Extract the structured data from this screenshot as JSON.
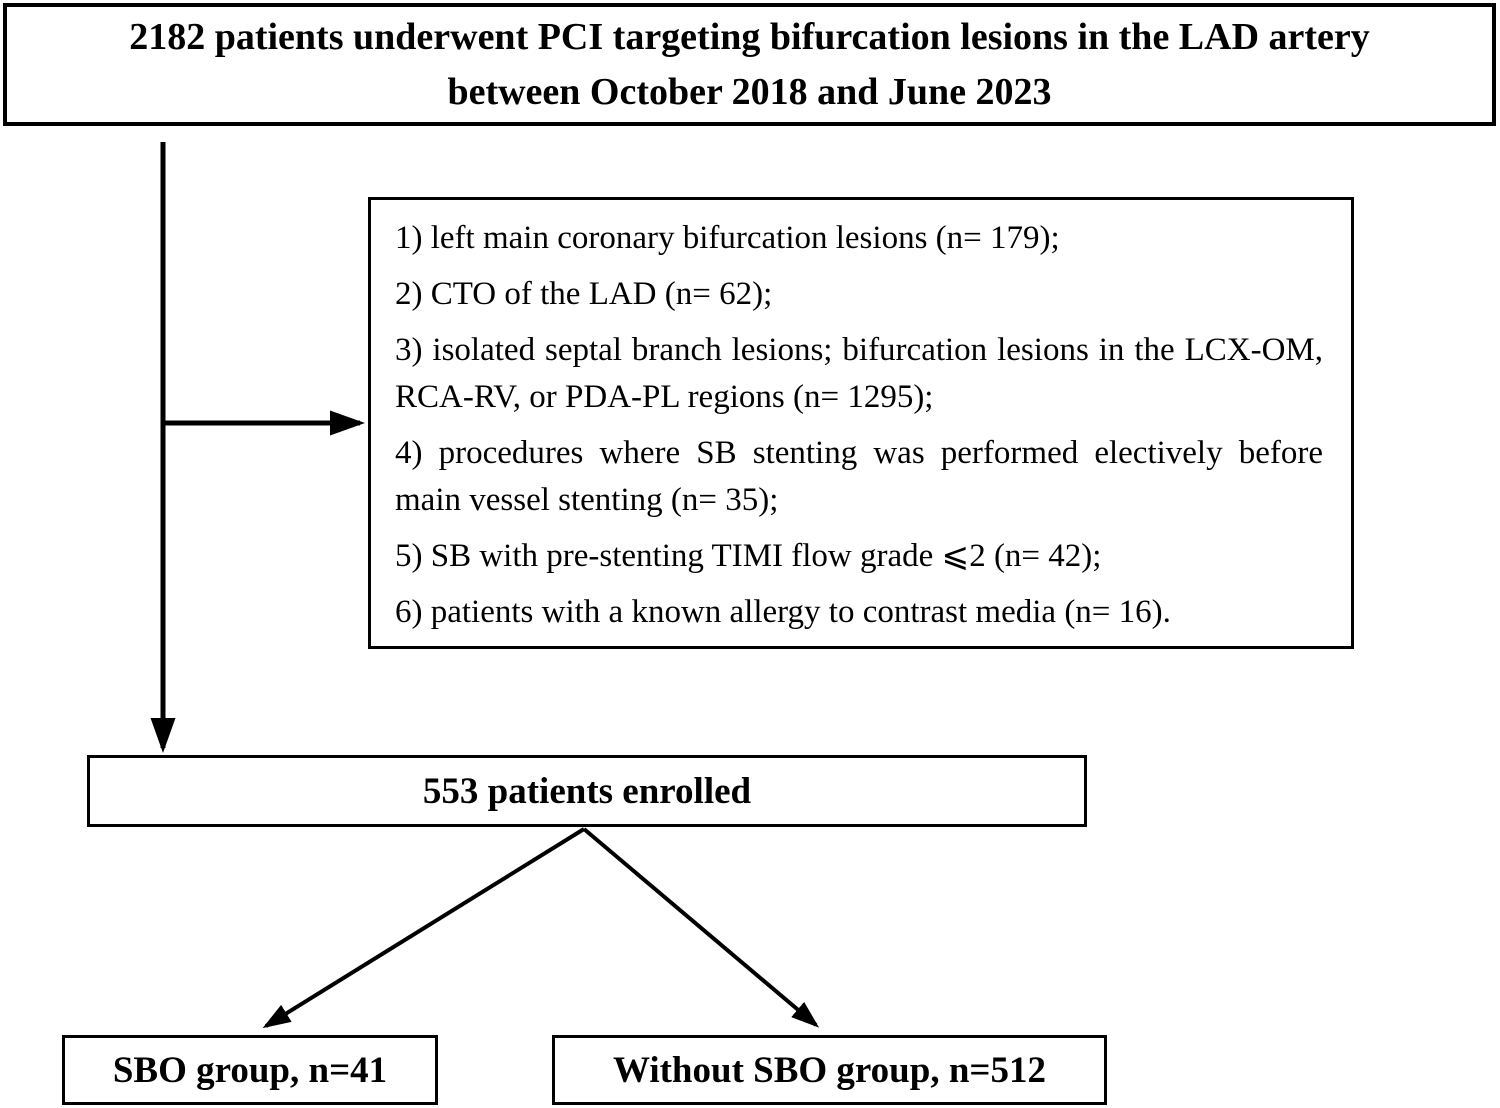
{
  "colors": {
    "ink": "#000000",
    "paper": "#ffffff"
  },
  "boxes": {
    "initial": {
      "line1": "2182 patients underwent PCI targeting bifurcation lesions in the LAD artery",
      "line2": "between October 2018 and June 2023"
    },
    "exclusions": {
      "items": [
        "1) left main coronary bifurcation lesions (n= 179);",
        "2) CTO of the LAD (n= 62);",
        "3) isolated septal branch lesions; bifurcation lesions in the LCX-OM, RCA-RV, or PDA-PL regions (n= 1295);",
        "4) procedures where SB stenting was performed electively before main vessel stenting (n= 35);",
        "5) SB with pre-stenting TIMI flow grade ⩽2 (n= 42);",
        "6) patients with a known allergy to contrast media (n= 16)."
      ]
    },
    "enrolled": {
      "text": "553 patients enrolled"
    },
    "sbo": {
      "text": "SBO group, n=41"
    },
    "without_sbo": {
      "text": "Without SBO group, n=512"
    }
  }
}
